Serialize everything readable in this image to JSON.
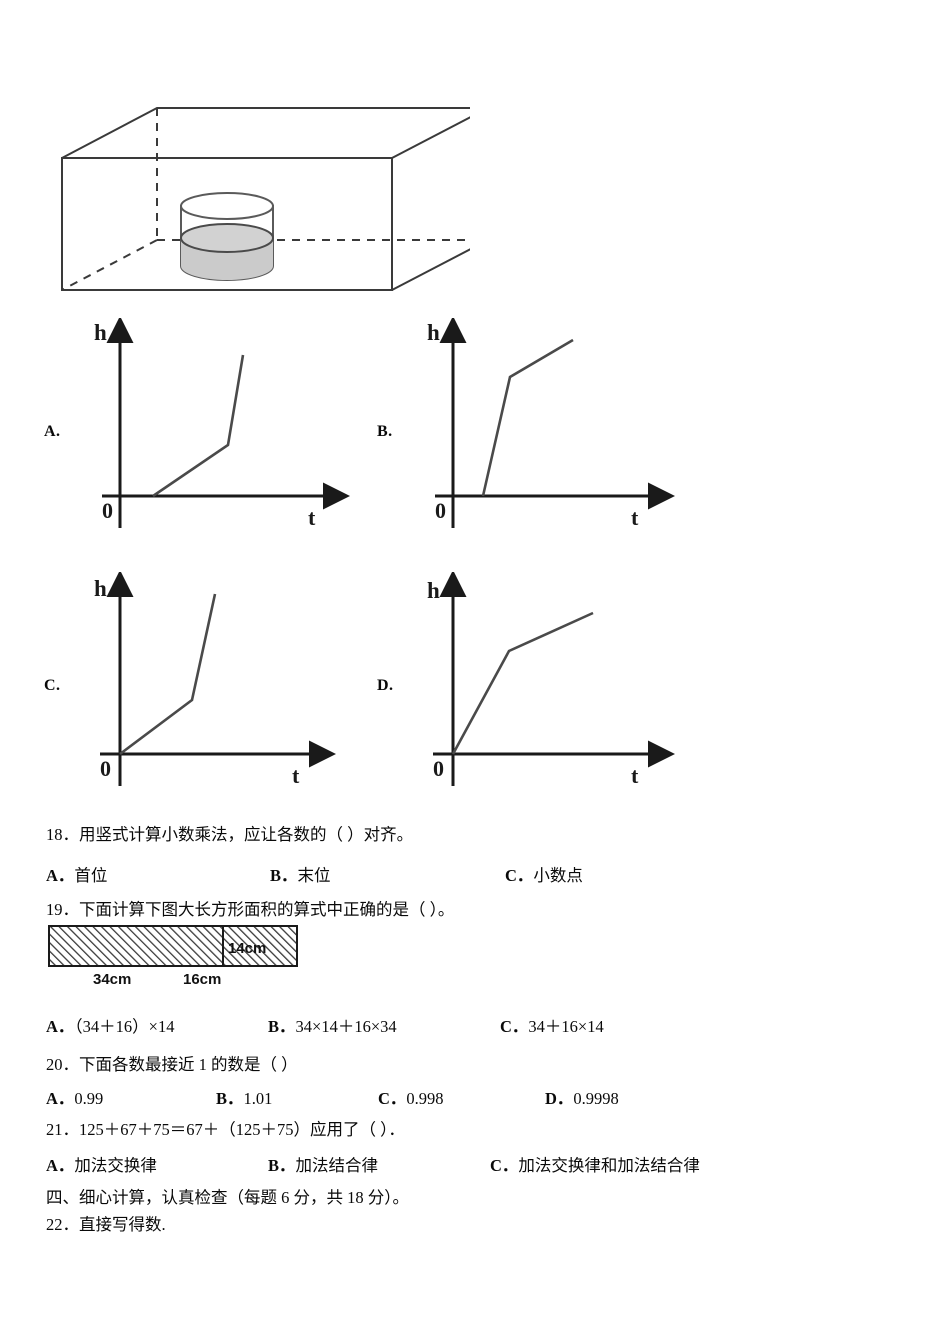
{
  "figure_box": {
    "name": "rectangular-container-with-cylinder",
    "description": "透明长方体容器内放置一个装有水的圆柱形杯子",
    "cylinder_fill_color": "#c9c9c9",
    "line_color": "#3a3a3a"
  },
  "graph_options": [
    {
      "letter": "A.",
      "y_axis_label": "h",
      "x_axis_label": "t",
      "origin_label": "0",
      "shape": "delayed-start-slow-then-steep"
    },
    {
      "letter": "B.",
      "y_axis_label": "h",
      "x_axis_label": "t",
      "origin_label": "0",
      "shape": "delayed-start-steep-then-slow"
    },
    {
      "letter": "C.",
      "y_axis_label": "h",
      "x_axis_label": "t",
      "origin_label": "0",
      "shape": "origin-start-slow-then-steep"
    },
    {
      "letter": "D.",
      "y_axis_label": "h",
      "x_axis_label": "t",
      "origin_label": "0",
      "shape": "origin-start-steep-then-slow"
    }
  ],
  "questions": [
    {
      "id": "q18",
      "stem": "18．用竖式计算小数乘法，应让各数的（   ）对齐。",
      "options": [
        {
          "lead": "A．",
          "text": "首位"
        },
        {
          "lead": "B．",
          "text": "末位"
        },
        {
          "lead": "C．",
          "text": "小数点"
        }
      ]
    },
    {
      "id": "q19",
      "stem": "19．下面计算下图大长方形面积的算式中正确的是（   ）。",
      "figure": {
        "name": "hatched-rectangle",
        "left_width_label": "34cm",
        "right_width_label": "16cm",
        "height_label": "14cm"
      },
      "options": [
        {
          "lead": "A．",
          "text": "（34＋16）×14"
        },
        {
          "lead": "B．",
          "text": "34×14＋16×34"
        },
        {
          "lead": "C．",
          "text": "34＋16×14"
        }
      ]
    },
    {
      "id": "q20",
      "stem": "20．下面各数最接近 1 的数是（   ）",
      "options": [
        {
          "lead": "A．",
          "text": "0.99"
        },
        {
          "lead": "B．",
          "text": "1.01"
        },
        {
          "lead": "C．",
          "text": "0.998"
        },
        {
          "lead": "D．",
          "text": "0.9998"
        }
      ]
    },
    {
      "id": "q21",
      "stem": "21．125＋67＋75＝67＋（125＋75）应用了（   ）．",
      "options": [
        {
          "lead": "A．",
          "text": "加法交换律"
        },
        {
          "lead": "B．",
          "text": "加法结合律"
        },
        {
          "lead": "C．",
          "text": "加法交换律和加法结合律"
        }
      ]
    }
  ],
  "section_heading": "四、细心计算，认真检查（每题 6 分，共 18 分）。",
  "q22_stem": "22．直接写得数."
}
